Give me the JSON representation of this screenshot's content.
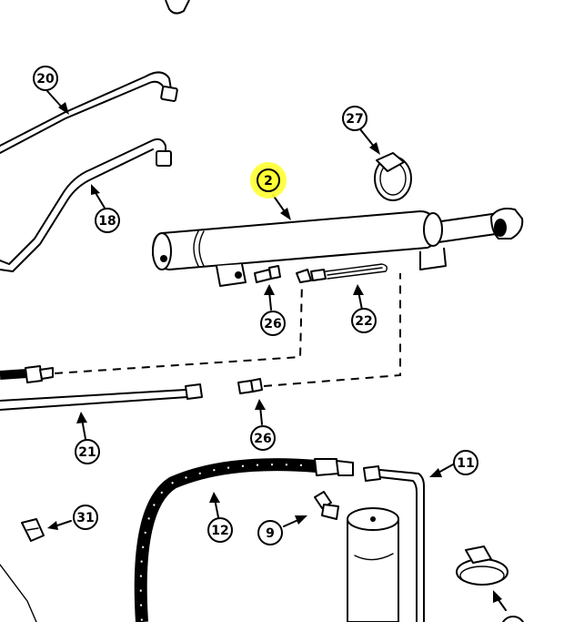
{
  "diagram": {
    "highlight_color": "#ffff33",
    "callouts": [
      {
        "id": "20",
        "label": "20"
      },
      {
        "id": "18",
        "label": "18"
      },
      {
        "id": "2",
        "label": "2",
        "highlighted": true
      },
      {
        "id": "27",
        "label": "27"
      },
      {
        "id": "26a",
        "label": "26"
      },
      {
        "id": "22",
        "label": "22"
      },
      {
        "id": "21",
        "label": "21"
      },
      {
        "id": "26b",
        "label": "26"
      },
      {
        "id": "11",
        "label": "11"
      },
      {
        "id": "31",
        "label": "31"
      },
      {
        "id": "12",
        "label": "12"
      },
      {
        "id": "9",
        "label": "9"
      }
    ]
  }
}
